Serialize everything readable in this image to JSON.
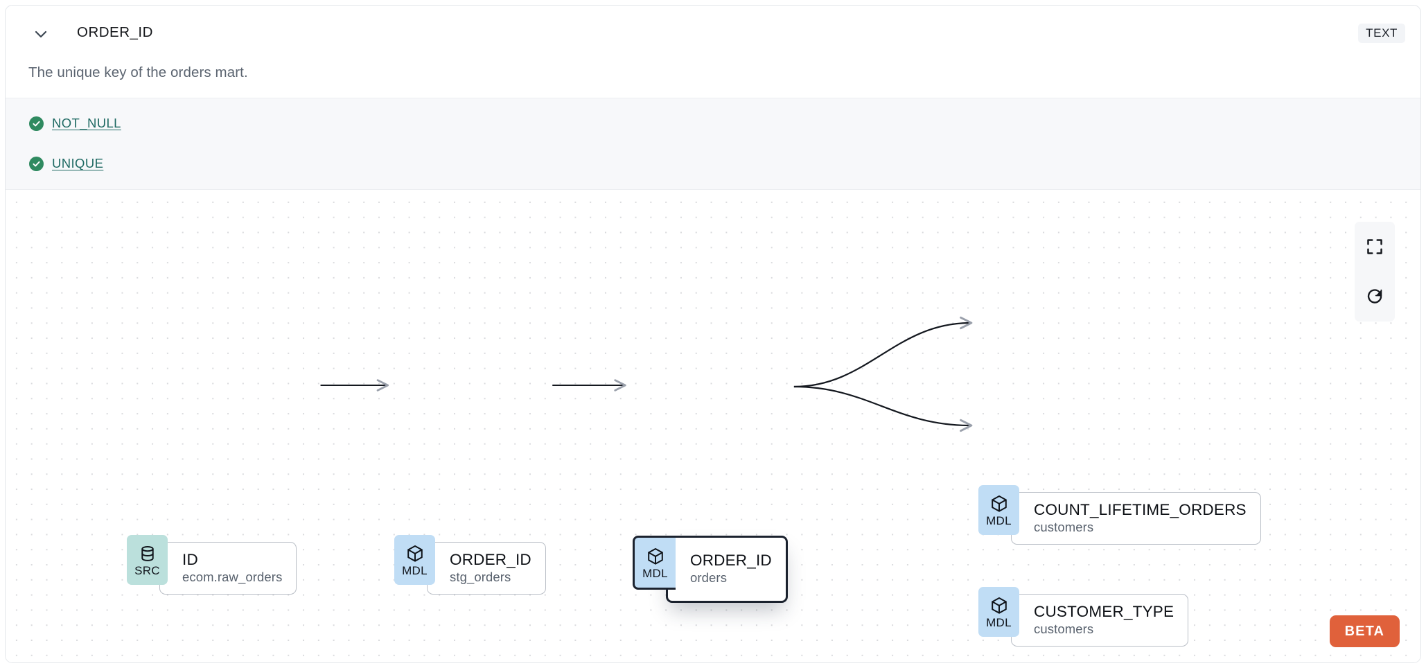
{
  "header": {
    "collapse_icon": "chevron-down-icon",
    "column_name": "ORDER_ID",
    "data_type_badge": "TEXT"
  },
  "description": "The unique key of the orders mart.",
  "tests": {
    "status_icon": "check-circle-icon",
    "items": [
      {
        "label": "NOT_NULL",
        "status": "passed"
      },
      {
        "label": "UNIQUE",
        "status": "passed"
      }
    ]
  },
  "lineage": {
    "nodes": [
      {
        "id": "src",
        "badge": "SRC",
        "badge_icon": "database-icon",
        "name": "ID",
        "resource": "ecom.raw_orders",
        "selected": false
      },
      {
        "id": "stg",
        "badge": "MDL",
        "badge_icon": "cube-icon",
        "name": "ORDER_ID",
        "resource": "stg_orders",
        "selected": false
      },
      {
        "id": "orders",
        "badge": "MDL",
        "badge_icon": "cube-icon",
        "name": "ORDER_ID",
        "resource": "orders",
        "selected": true
      },
      {
        "id": "count",
        "badge": "MDL",
        "badge_icon": "cube-icon",
        "name": "COUNT_LIFETIME_ORDERS",
        "resource": "customers",
        "selected": false
      },
      {
        "id": "custtype",
        "badge": "MDL",
        "badge_icon": "cube-icon",
        "name": "CUSTOMER_TYPE",
        "resource": "customers",
        "selected": false
      }
    ],
    "edges": [
      {
        "from": "src",
        "to": "stg"
      },
      {
        "from": "stg",
        "to": "orders"
      },
      {
        "from": "orders",
        "to": "count"
      },
      {
        "from": "orders",
        "to": "custtype"
      }
    ],
    "controls": [
      {
        "name": "fit-view-button",
        "icon": "fullscreen-icon"
      },
      {
        "name": "reset-button",
        "icon": "refresh-icon"
      }
    ],
    "beta_label": "BETA"
  },
  "colors": {
    "src_badge": "#bbe0dc",
    "mdl_badge": "#c0ddf5",
    "test_pass": "#2f8a60",
    "test_link": "#1f6a63",
    "beta": "#e0613b",
    "type_badge_bg": "#f2f4f7"
  }
}
